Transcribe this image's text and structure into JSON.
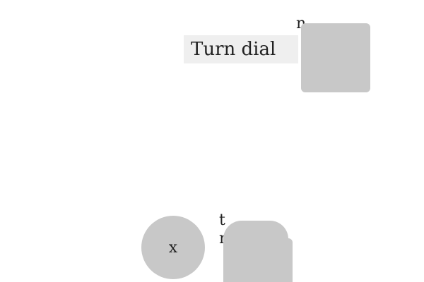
{
  "prompt": {
    "text": "Turn dial"
  },
  "labels": {
    "top_right": "n",
    "bottom_top": "t",
    "bottom_second": "r"
  },
  "circle": {
    "label": "x"
  },
  "colors": {
    "background": "#ffffff",
    "prompt_bg": "#efefef",
    "shape": "#c8c8c8",
    "text": "#222222"
  }
}
